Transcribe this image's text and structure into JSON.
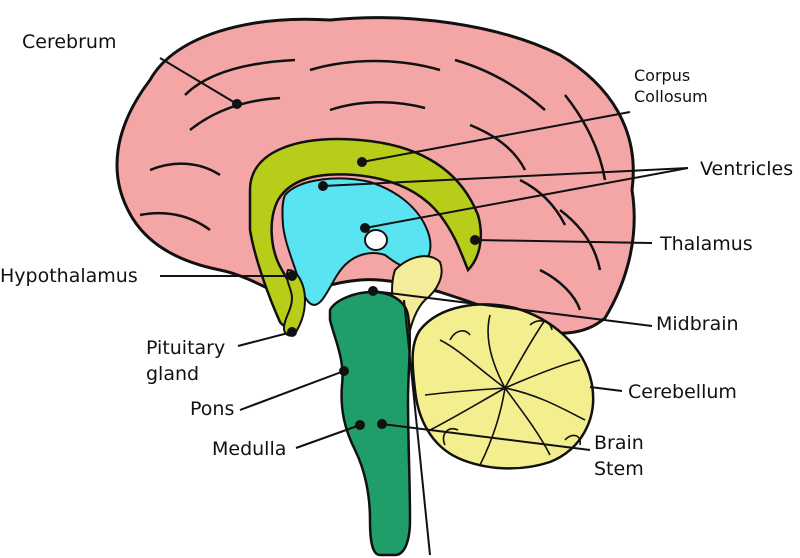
{
  "labels": {
    "cerebrum": "Cerebrum",
    "corpus_callosum": [
      "Corpus",
      "Collosum"
    ],
    "ventricles": "Ventricles",
    "thalamus": "Thalamus",
    "hypothalamus": "Hypothalamus",
    "midbrain": "Midbrain",
    "pituitary_gland": [
      "Pituitary",
      "gland"
    ],
    "cerebellum": "Cerebellum",
    "pons": "Pons",
    "medulla": "Medulla",
    "brain_stem": [
      "Brain",
      "Stem"
    ]
  },
  "colors": {
    "cerebrum": "#f4a6a6",
    "corpus_callosum": "#b8cc1a",
    "ventricles": "#5ae3f0",
    "thalamus_midbrain": "#f5ec9a",
    "cerebellum": "#f3ef8e",
    "brain_stem": "#1f9e6a",
    "outline": "#111111",
    "leader": "#111111"
  }
}
